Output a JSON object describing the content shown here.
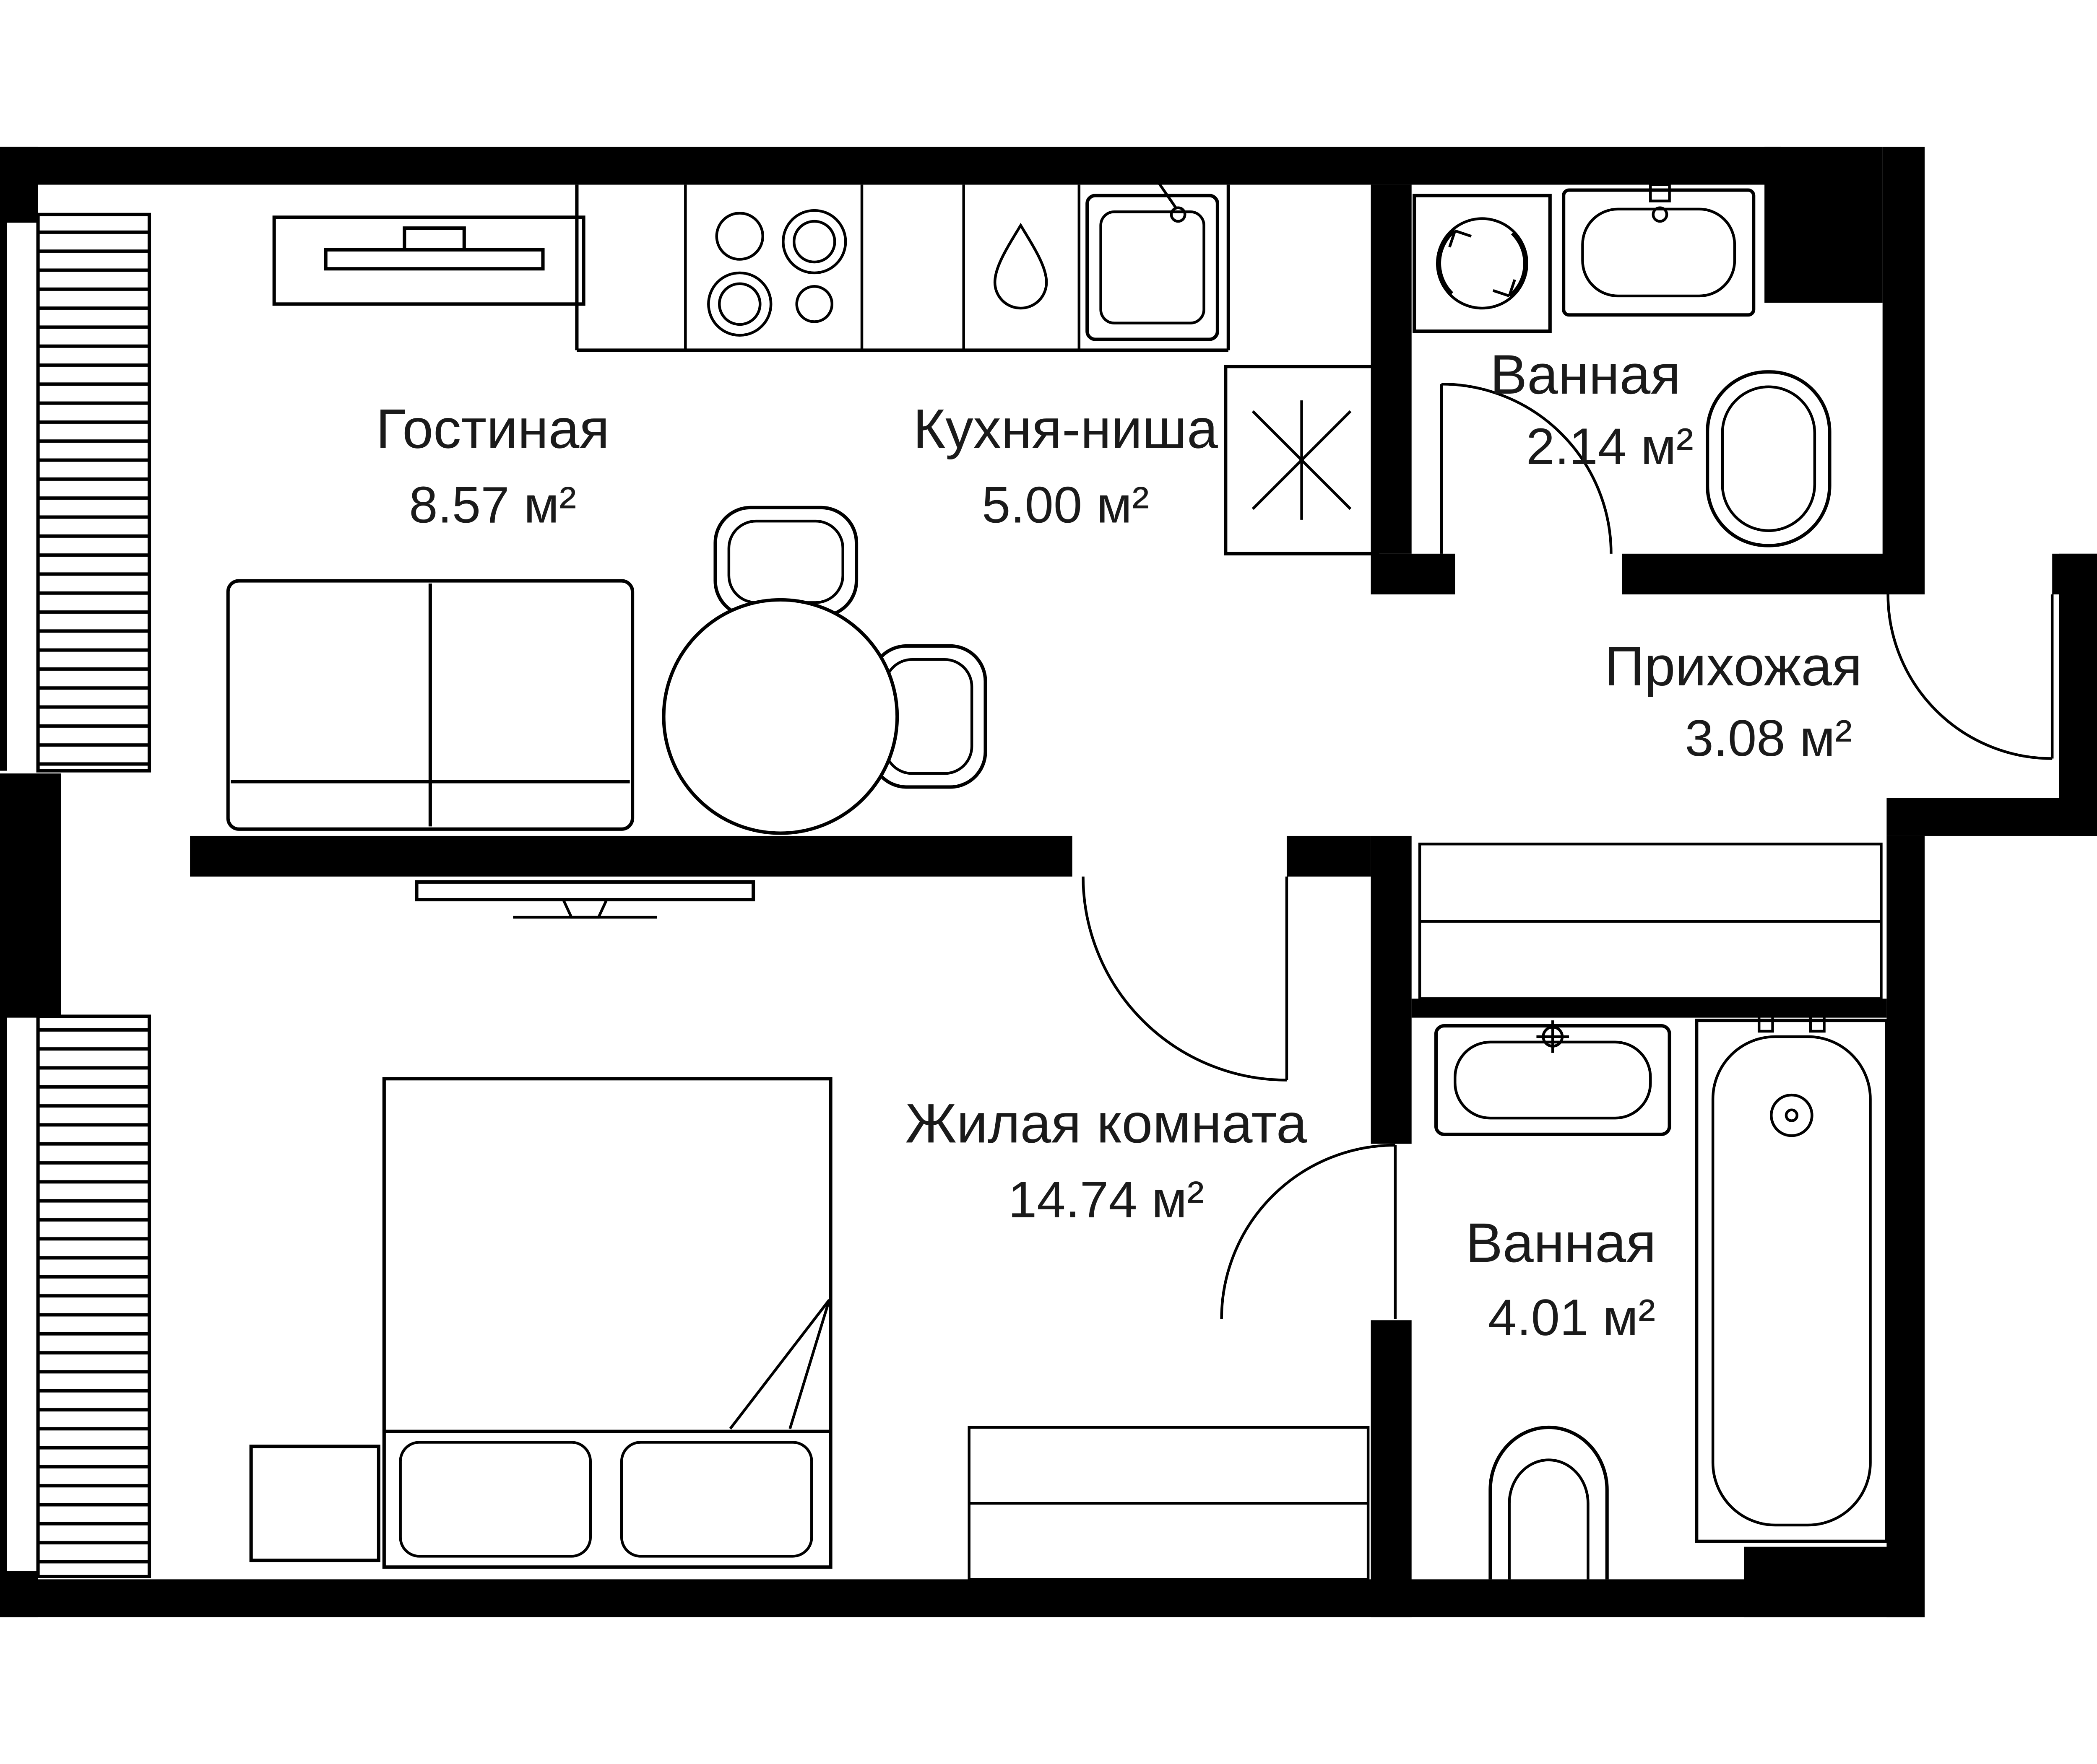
{
  "plan": {
    "type": "apartment-floor-plan",
    "units": "м²",
    "rooms": [
      {
        "name": "Гостиная",
        "area": "8.57 м²"
      },
      {
        "name": "Кухня-ниша",
        "area": "5.00 м²"
      },
      {
        "name": "Ванная",
        "area": "2.14 м²"
      },
      {
        "name": "Прихожая",
        "area": "3.08 м²"
      },
      {
        "name": "Жилая комната",
        "area": "14.74 м²"
      },
      {
        "name": "Ванная",
        "area": "4.01 м²"
      }
    ],
    "colors": {
      "walls": "#000000",
      "lines": "#000000",
      "background": "#ffffff",
      "text": "#1a1a1a"
    },
    "symbols": [
      "window",
      "door-swing",
      "sofa",
      "tv-console",
      "tv",
      "dining-table",
      "chair",
      "stove",
      "kitchen-sink",
      "sink",
      "washing-machine",
      "toilet",
      "bathtub",
      "bed",
      "pillow",
      "nightstand",
      "wardrobe-hangers",
      "refrigerator"
    ]
  }
}
